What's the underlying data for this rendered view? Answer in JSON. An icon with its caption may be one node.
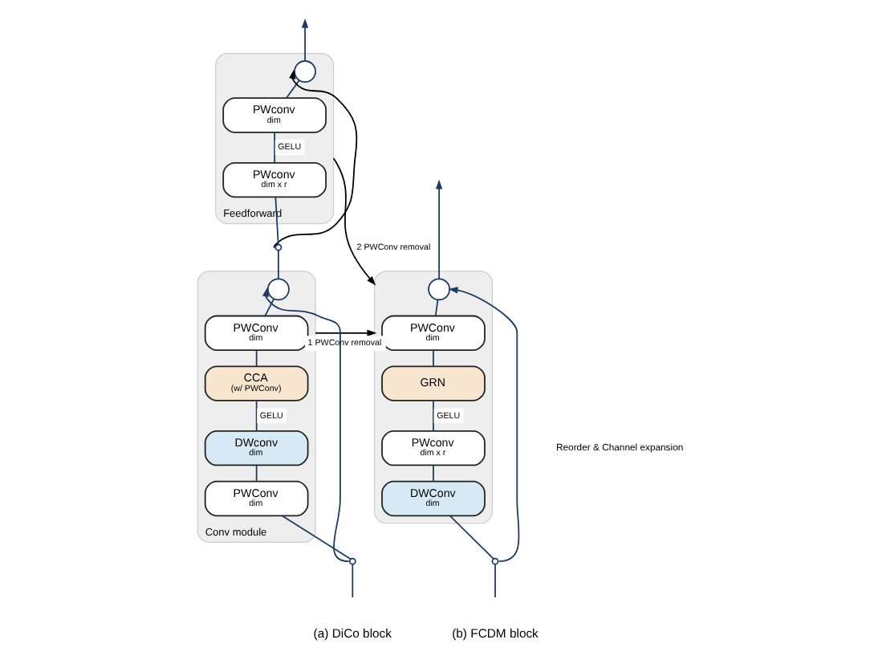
{
  "diagram": {
    "nodes": [
      {
        "text": [
          "Feedforward"
        ]
      },
      {
        "text": [],
        "shape": "circle",
        "in": 0
      },
      {
        "text": [
          "PWconv",
          "dim"
        ],
        "in": 0
      },
      {
        "text": [
          "PWconv",
          "dim x r"
        ],
        "in": 0
      },
      {
        "text": [],
        "shape": "circle"
      },
      {
        "text": [
          "Conv module"
        ]
      },
      {
        "text": [],
        "shape": "circle",
        "in": 5
      },
      {
        "text": [
          "PWConv",
          "dim"
        ],
        "in": 5
      },
      {
        "text": [
          "CCA",
          "(w/ PWConv)"
        ],
        "in": 5
      },
      {
        "text": [
          "DWconv",
          "dim"
        ],
        "in": 5
      },
      {
        "text": [
          "PWConv",
          "dim"
        ],
        "in": 5
      },
      {
        "text": [],
        "shape": "circle"
      },
      {
        "text": [],
        "shape": "box"
      },
      {
        "text": [],
        "shape": "circle",
        "in": 12
      },
      {
        "text": [
          "PWConv",
          "dim"
        ],
        "in": 12
      },
      {
        "text": [
          "GRN"
        ],
        "in": 12
      },
      {
        "text": [
          "PWconv",
          "dim x r"
        ],
        "in": 12
      },
      {
        "text": [
          "DWConv",
          "dim"
        ],
        "in": 12
      },
      {
        "text": [],
        "shape": "circle"
      }
    ],
    "edges": [
      {
        "from": 1,
        "to": null,
        "arrow": "to"
      },
      {
        "from": 2,
        "to": 1,
        "arrow": "none"
      },
      {
        "from": 3,
        "to": 2,
        "arrow": "none",
        "label": "GELU"
      },
      {
        "from": 4,
        "to": 3,
        "arrow": "none"
      },
      {
        "from": 4,
        "to": 1,
        "arrow": "to",
        "color": "#000000"
      },
      {
        "from": 6,
        "to": 4,
        "arrow": "none"
      },
      {
        "from": 7,
        "to": 6,
        "arrow": "none"
      },
      {
        "from": 8,
        "to": 7,
        "arrow": "none"
      },
      {
        "from": 9,
        "to": 8,
        "arrow": "none",
        "label": "GELU"
      },
      {
        "from": 10,
        "to": 9,
        "arrow": "none"
      },
      {
        "from": 11,
        "to": 10,
        "arrow": "none"
      },
      {
        "from": 11,
        "to": 6,
        "arrow": "to"
      },
      {
        "from": null,
        "to": 11,
        "arrow": "none"
      },
      {
        "from": 0,
        "to": 12,
        "arrow": "to",
        "label": "2 PWConv removal",
        "color": "#000000"
      },
      {
        "from": 5,
        "to": 12,
        "arrow": "to",
        "label": "1 PWConv removal",
        "color": "#000000"
      },
      {
        "from": 13,
        "to": null,
        "arrow": "to"
      },
      {
        "from": 14,
        "to": 13,
        "arrow": "none"
      },
      {
        "from": 15,
        "to": 14,
        "arrow": "none"
      },
      {
        "from": 16,
        "to": 15,
        "arrow": "none",
        "label": "GELU"
      },
      {
        "from": 17,
        "to": 16,
        "arrow": "none"
      },
      {
        "from": 18,
        "to": 17,
        "arrow": "none"
      },
      {
        "from": 18,
        "to": 13,
        "arrow": "to"
      },
      {
        "from": null,
        "to": 18,
        "arrow": "none"
      }
    ],
    "labels": [
      "Reorder & Channel expansion",
      "(a) DiCo block",
      "(b) FCDM block"
    ]
  }
}
